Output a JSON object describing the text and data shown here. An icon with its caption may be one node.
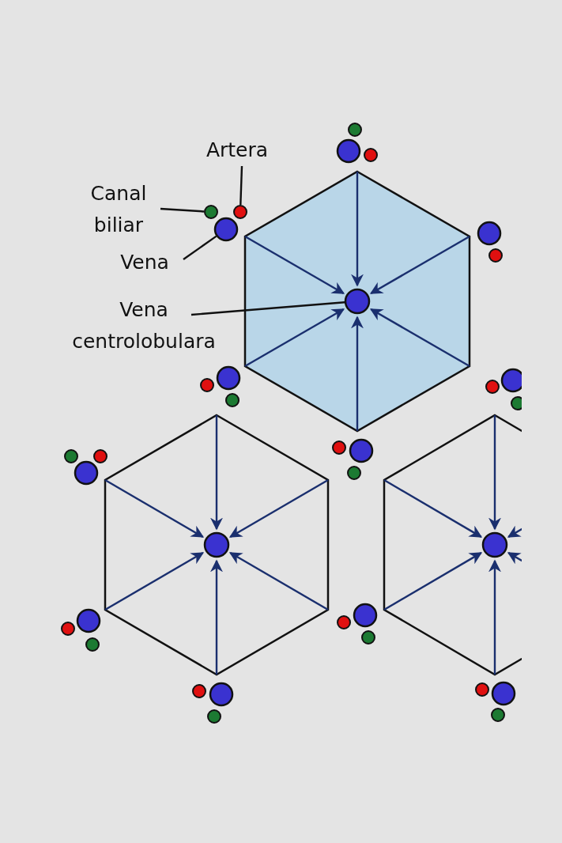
{
  "diagram": {
    "nodes": [
      {
        "text": [
          "Artera"
        ]
      },
      {
        "text": [
          "Canal biliar"
        ]
      },
      {
        "text": [
          "Vena"
        ]
      },
      {
        "text": [
          "Vena centrolobulara"
        ]
      },
      {
        "text": [],
        "shape": "circle"
      },
      {
        "text": [],
        "shape": "circle"
      },
      {
        "text": [],
        "shape": "circle"
      },
      {
        "text": [],
        "shape": "hexagon"
      },
      {
        "text": [],
        "shape": "circle",
        "in": 7
      },
      {
        "text": [],
        "shape": "hexagon"
      },
      {
        "text": [],
        "shape": "circle",
        "in": 9
      },
      {
        "text": [],
        "shape": "hexagon"
      },
      {
        "text": [],
        "shape": "circle",
        "in": 11
      },
      {
        "text": [],
        "shape": "circle"
      },
      {
        "text": [],
        "shape": "circle"
      },
      {
        "text": [],
        "shape": "circle"
      },
      {
        "text": [],
        "shape": "circle"
      },
      {
        "text": [],
        "shape": "circle"
      },
      {
        "text": [],
        "shape": "circle"
      },
      {
        "text": [],
        "shape": "circle"
      },
      {
        "text": [],
        "shape": "circle"
      },
      {
        "text": [],
        "shape": "circle"
      },
      {
        "text": [],
        "shape": "circle"
      },
      {
        "text": [],
        "shape": "circle"
      },
      {
        "text": [],
        "shape": "circle"
      },
      {
        "text": [],
        "shape": "circle"
      },
      {
        "text": [],
        "shape": "circle"
      },
      {
        "text": [],
        "shape": "circle"
      },
      {
        "text": [],
        "shape": "circle"
      },
      {
        "text": [],
        "shape": "circle"
      },
      {
        "text": [],
        "shape": "circle"
      },
      {
        "text": [],
        "shape": "circle"
      },
      {
        "text": [],
        "shape": "circle"
      },
      {
        "text": [],
        "shape": "circle"
      },
      {
        "text": [],
        "shape": "circle"
      },
      {
        "text": [],
        "shape": "circle"
      },
      {
        "text": [],
        "shape": "circle"
      },
      {
        "text": [],
        "shape": "circle"
      },
      {
        "text": [],
        "shape": "circle"
      },
      {
        "text": [],
        "shape": "circle"
      },
      {
        "text": [],
        "shape": "circle"
      },
      {
        "text": [],
        "shape": "circle"
      }
    ],
    "edges": [
      {
        "from": 0,
        "to": 5,
        "arrow": "none",
        "color": "#111111"
      },
      {
        "from": 1,
        "to": 4,
        "arrow": "none",
        "color": "#111111"
      },
      {
        "from": 2,
        "to": 6,
        "arrow": "none",
        "color": "#111111"
      },
      {
        "from": 3,
        "to": 8,
        "arrow": "none",
        "color": "#111111"
      },
      {
        "from": 7,
        "to": 8,
        "arrow": "to"
      },
      {
        "from": 7,
        "to": 8,
        "arrow": "to"
      },
      {
        "from": 7,
        "to": 8,
        "arrow": "to"
      },
      {
        "from": 7,
        "to": 8,
        "arrow": "to"
      },
      {
        "from": 7,
        "to": 8,
        "arrow": "to"
      },
      {
        "from": 7,
        "to": 8,
        "arrow": "to"
      },
      {
        "from": 9,
        "to": 10,
        "arrow": "to"
      },
      {
        "from": 9,
        "to": 10,
        "arrow": "to"
      },
      {
        "from": 9,
        "to": 10,
        "arrow": "to"
      },
      {
        "from": 9,
        "to": 10,
        "arrow": "to"
      },
      {
        "from": 9,
        "to": 10,
        "arrow": "to"
      },
      {
        "from": 9,
        "to": 10,
        "arrow": "to"
      },
      {
        "from": 11,
        "to": 12,
        "arrow": "to"
      },
      {
        "from": 11,
        "to": 12,
        "arrow": "to"
      },
      {
        "from": 11,
        "to": 12,
        "arrow": "to"
      },
      {
        "from": 11,
        "to": 12,
        "arrow": "to"
      },
      {
        "from": 11,
        "to": 12,
        "arrow": "to"
      },
      {
        "from": 11,
        "to": 12,
        "arrow": "to"
      }
    ]
  }
}
